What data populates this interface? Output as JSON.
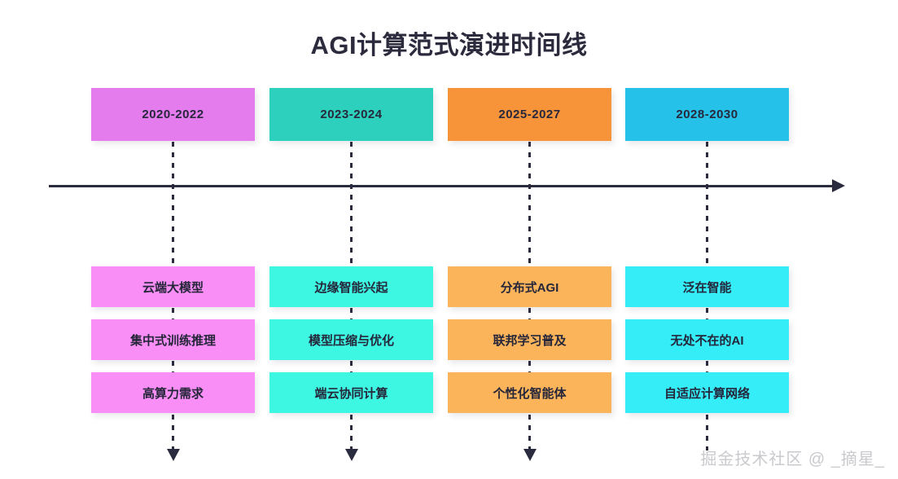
{
  "title": "AGI计算范式演进时间线",
  "watermark": "掘金技术社区 @ _摘星_",
  "axis": {
    "direction_icon": "right-arrow-icon"
  },
  "chart_data": {
    "type": "timeline",
    "title": "AGI计算范式演进时间线",
    "orientation": "horizontal",
    "axis_arrow": "right",
    "columns": [
      {
        "period": "2020-2022",
        "header_color": "#E57CEE",
        "item_color": "#F98FF6",
        "items": [
          "云端大模型",
          "集中式训练推理",
          "高算力需求"
        ]
      },
      {
        "period": "2023-2024",
        "header_color": "#2DD0BC",
        "item_color": "#3DF7E2",
        "items": [
          "边缘智能兴起",
          "模型压缩与优化",
          "端云协同计算"
        ]
      },
      {
        "period": "2025-2027",
        "header_color": "#F79339",
        "item_color": "#FBB košice",
        "items": [
          "分布式AGI",
          "联邦学习普及",
          "个性化智能体"
        ]
      },
      {
        "period": "2028-2030",
        "header_color": "#25C1E8",
        "item_color": "#34EDF7",
        "items": [
          "泛在智能",
          "无处不在的AI",
          "自适应计算网络"
        ]
      }
    ]
  },
  "colors": {
    "background": "#FFFFFF",
    "axis": "#2B2B40",
    "title_text": "#2B2B3D",
    "box_text": "#25263A",
    "watermark_text": "#C9C9CE",
    "col0_header": "#E57CEE",
    "col0_item": "#F98FF6",
    "col1_header": "#2DD0BC",
    "col1_item": "#3DF7E2",
    "col2_header": "#F79339",
    "col2_item": "#FBB45A",
    "col3_header": "#25C1E8",
    "col3_item": "#34EDF7"
  }
}
